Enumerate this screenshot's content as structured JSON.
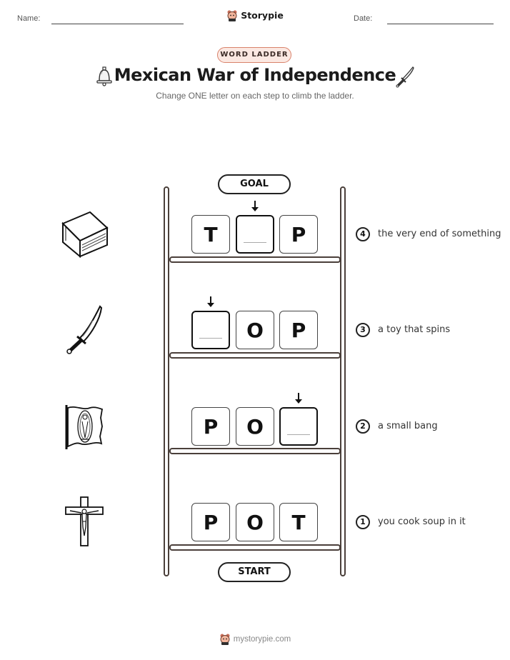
{
  "header": {
    "name_label": "Name:",
    "date_label": "Date:",
    "brand": "Storypie"
  },
  "badge": "WORD LADDER",
  "title": "Mexican War of Independence",
  "subtitle": "Change ONE letter on each step to climb the ladder.",
  "ladder": {
    "goal_label": "GOAL",
    "start_label": "START",
    "rows": [
      {
        "step": "4",
        "clue": "the very end of something",
        "letters": [
          "T",
          "",
          "P"
        ],
        "icon": "book-icon"
      },
      {
        "step": "3",
        "clue": "a toy that spins",
        "letters": [
          "",
          "O",
          "P"
        ],
        "icon": "machete-icon"
      },
      {
        "step": "2",
        "clue": "a small bang",
        "letters": [
          "P",
          "O",
          ""
        ],
        "icon": "virgin-banner-icon"
      },
      {
        "step": "1",
        "clue": "you cook soup in it",
        "letters": [
          "P",
          "O",
          "T"
        ],
        "icon": "crucifix-icon"
      }
    ]
  },
  "decor": {
    "left_icon": "bell-icon",
    "right_icon": "machete-icon"
  },
  "footer": {
    "url": "mystorypie.com"
  },
  "colors": {
    "badge_border": "#d9826b",
    "badge_fill": "#fbe8e2",
    "ladder": "#4a3f3a"
  }
}
